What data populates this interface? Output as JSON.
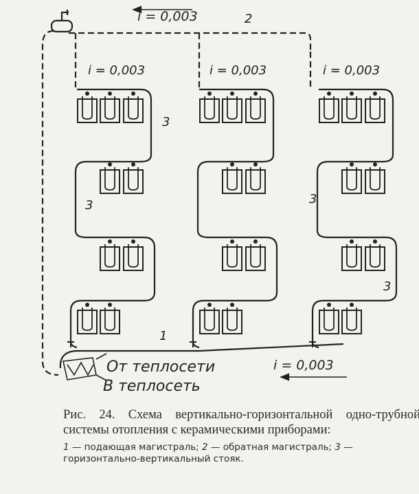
{
  "diagram": {
    "slope_labels": [
      "i = 0,003",
      "i = 0,003",
      "i = 0,003",
      "i = 0,003",
      "i = 0,003"
    ],
    "callout_1": "1",
    "callout_2": "2",
    "callout_3": "3",
    "from_network": "От теплосети",
    "to_network": "В теплосеть"
  },
  "caption": {
    "title": "Рис. 24. Схема вертикально-горизонтальной одно-трубной системы отопления с керамическими приборами:",
    "legend": [
      {
        "num": "1",
        "text": " — подающая магистраль; "
      },
      {
        "num": "2",
        "text": " — обратная магистраль; "
      },
      {
        "num": "3",
        "text": " — горизонтально-вертикальный стояк."
      }
    ]
  }
}
